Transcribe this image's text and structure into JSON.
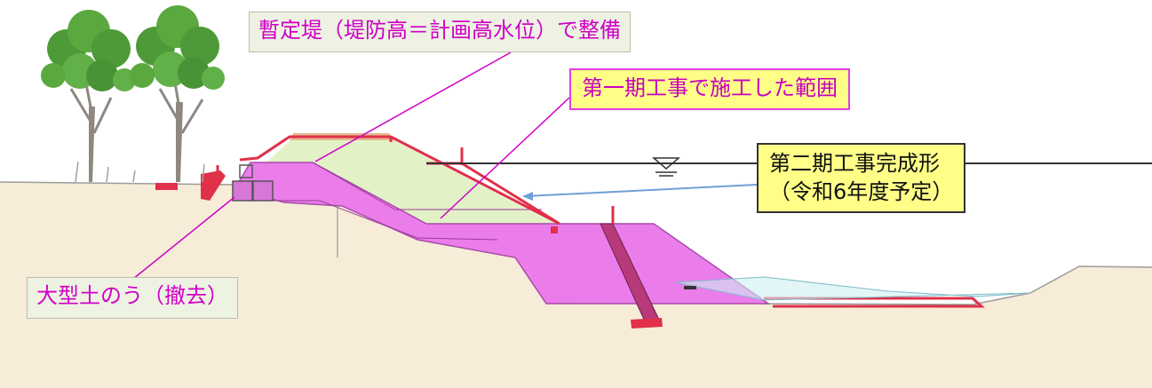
{
  "labels": {
    "provisional_levee": "暫定堤（堤防高＝計画高水位）で整備",
    "phase1_range": "第一期工事で施工した範囲",
    "phase2_line1": "第二期工事完成形",
    "phase2_line2": "（令和6年度予定）",
    "sandbags": "大型土のう（撤去）"
  },
  "colors": {
    "ground_fill": "#f6ecd8",
    "provisional_levee_fill": "#e2f2c6",
    "phase1_fill": "#e866e8",
    "phase2_outline": "#e0304a",
    "water_line": "#333333",
    "callout_magenta_text": "#d000c8",
    "callout_yellow_bg": "#ffff88"
  }
}
